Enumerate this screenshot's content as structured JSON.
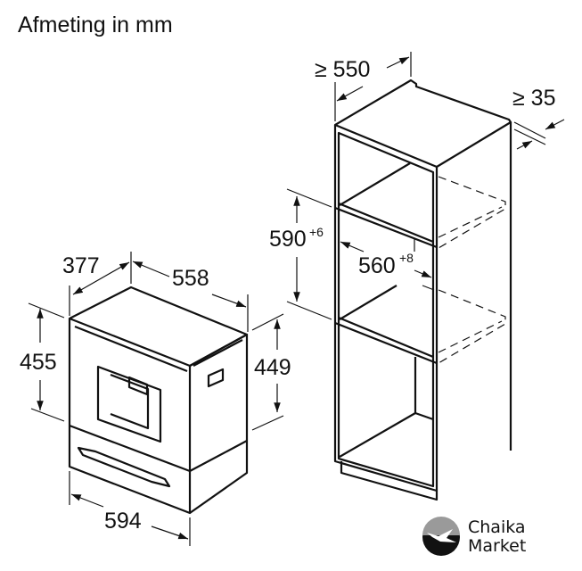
{
  "title": "Afmeting in mm",
  "appliance": {
    "depth": "377",
    "width_depth": "558",
    "height_front": "455",
    "height_body": "449",
    "width": "594"
  },
  "cabinet": {
    "depth_min": "≥ 550",
    "gap_min": "≥ 35",
    "niche_height": "590",
    "niche_height_tol": "+6",
    "niche_width": "560",
    "niche_width_tol": "+8"
  },
  "watermark": {
    "line1": "Chaika",
    "line2": "Market"
  }
}
